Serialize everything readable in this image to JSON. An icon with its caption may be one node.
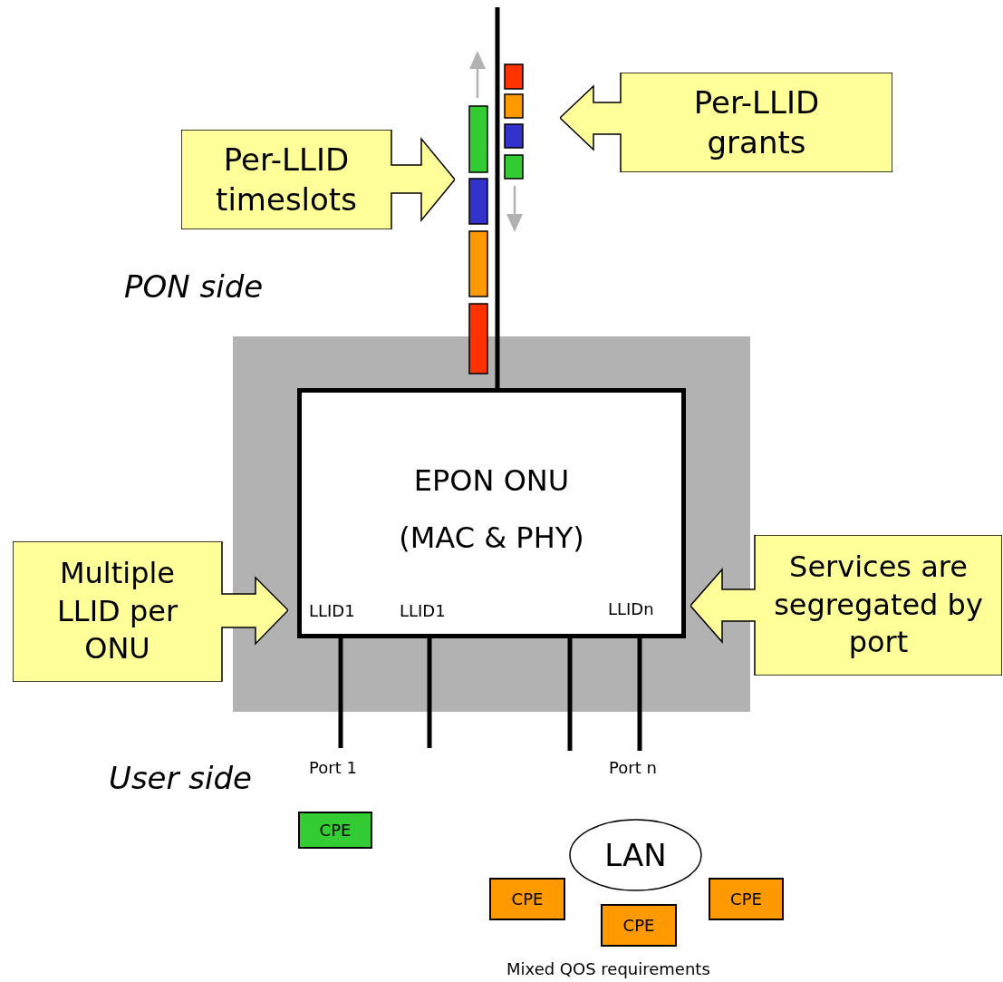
{
  "diagram": {
    "nodes": [
      {
        "text": [
          "Per-LLID grants"
        ]
      },
      {
        "text": [
          "Per-LLID timeslots"
        ]
      },
      {
        "text": [],
        "shape": "box"
      },
      {
        "text": [
          "EPON ONU",
          "(MAC & PHY)"
        ],
        "in": 2
      },
      {
        "text": [
          "Multiple LLID per ONU"
        ]
      },
      {
        "text": [
          "Services are segregated by port"
        ]
      },
      {
        "text": [
          "CPE"
        ]
      },
      {
        "text": [
          "LAN"
        ]
      },
      {
        "text": [
          "CPE"
        ]
      },
      {
        "text": [
          "CPE"
        ]
      },
      {
        "text": [
          "CPE"
        ]
      }
    ],
    "edges": [
      {
        "from": null,
        "to": 3,
        "arrow": "none"
      },
      {
        "from": 3,
        "to": null,
        "arrow": "none"
      },
      {
        "from": 3,
        "to": null,
        "arrow": "none"
      },
      {
        "from": 3,
        "to": null,
        "arrow": "none"
      },
      {
        "from": 3,
        "to": null,
        "arrow": "none"
      }
    ],
    "labels": [
      "PON side",
      "LLID1",
      "LLID1",
      "LLIDn",
      "Port 1",
      "Port n",
      "User side",
      "Mixed QOS requirements"
    ]
  }
}
